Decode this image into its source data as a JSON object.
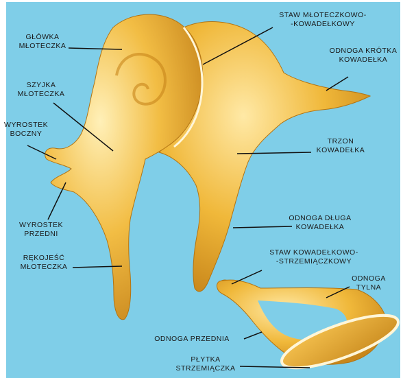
{
  "colors": {
    "background": "#7fcee8",
    "bone_base": "#f0b83a",
    "bone_light": "#ffe9a6",
    "bone_shadow": "#c8861a",
    "joint": "#fff6d8",
    "leader": "#111111"
  },
  "labels": {
    "glowka": [
      "GŁÓWKA",
      "MŁOTECZKA"
    ],
    "szyjka": [
      "SZYJKA",
      "MŁOTECZKA"
    ],
    "wyrostek_boczny": [
      "WYROSTEK",
      "BOCZNY"
    ],
    "wyrostek_przedni": [
      "WYROSTEK",
      "PRZEDNI"
    ],
    "rekojesc": [
      "RĘKOJEŚĆ",
      "MŁOTECZKA"
    ],
    "staw_mk": [
      "STAW MŁOTECZKOWO-",
      "-KOWADEŁKOWY"
    ],
    "odnoga_krotka": [
      "ODNOGA KRÓTKA",
      "KOWADEŁKA"
    ],
    "trzon": [
      "TRZON",
      "KOWADEŁKA"
    ],
    "odnoga_dluga": [
      "ODNOGA DŁUGA",
      "KOWADEŁKA"
    ],
    "staw_ks": [
      "STAW KOWADEŁKOWO-",
      "-STRZEMIĄCZKOWY"
    ],
    "odnoga_tylna": [
      "ODNOGA",
      "TYLNA"
    ],
    "odnoga_przednia": [
      "ODNOGA PRZEDNIA"
    ],
    "plytka": [
      "PŁYTKA",
      "STRZEMIĄCZKA"
    ]
  }
}
